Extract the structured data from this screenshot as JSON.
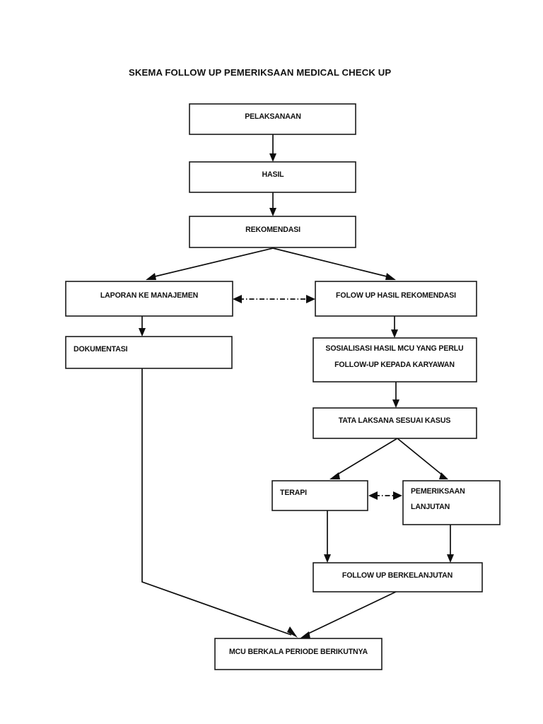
{
  "document": {
    "title": "SKEMA FOLLOW UP PEMERIKSAAN MEDICAL CHECK UP",
    "background_color": "#ffffff",
    "line_color": "#0d0d0d",
    "box_fill": "#ffffff",
    "text_color": "#111111"
  },
  "nodes": {
    "pelaksanaan": {
      "label": "PELAKSANAAN"
    },
    "hasil": {
      "label": "HASIL"
    },
    "rekomendasi": {
      "label": "REKOMENDASI"
    },
    "laporan_ke_manajemen": {
      "label": "LAPORAN KE MANAJEMEN"
    },
    "folow_up_hasil_rekomendasi": {
      "label": "FOLOW UP HASIL REKOMENDASI"
    },
    "dokumentasi": {
      "label": "DOKUMENTASI"
    },
    "sosialisasi": {
      "line1": "SOSIALISASI HASIL MCU YANG PERLU",
      "line2": "FOLLOW-UP KEPADA KARYAWAN"
    },
    "tata_laksana": {
      "label": "TATA LAKSANA SESUAI KASUS"
    },
    "terapi": {
      "label": "TERAPI"
    },
    "pemeriksaan_lanjutan": {
      "line1": "PEMERIKSAAN",
      "line2": "LANJUTAN"
    },
    "follow_up_berkelanjutan": {
      "label": "FOLLOW UP BERKELANJUTAN"
    },
    "mcu_berkala": {
      "label": "MCU BERKALA PERIODE BERIKUTNYA"
    }
  },
  "chart_data": {
    "type": "diagram",
    "diagram_kind": "flowchart",
    "title": "SKEMA FOLLOW UP PEMERIKSAAN MEDICAL CHECK UP",
    "node_list": [
      "PELAKSANAAN",
      "HASIL",
      "REKOMENDASI",
      "LAPORAN KE MANAJEMEN",
      "FOLOW UP HASIL REKOMENDASI",
      "DOKUMENTASI",
      "SOSIALISASI HASIL MCU YANG PERLU FOLLOW-UP KEPADA KARYAWAN",
      "TATA LAKSANA SESUAI KASUS",
      "TERAPI",
      "PEMERIKSAAN LANJUTAN",
      "FOLLOW UP BERKELANJUTAN",
      "MCU BERKALA PERIODE BERIKUTNYA"
    ],
    "edges": [
      {
        "from": "PELAKSANAAN",
        "to": "HASIL",
        "style": "solid-arrow"
      },
      {
        "from": "HASIL",
        "to": "REKOMENDASI",
        "style": "solid-arrow"
      },
      {
        "from": "REKOMENDASI",
        "to": "LAPORAN KE MANAJEMEN",
        "style": "solid-arrow"
      },
      {
        "from": "REKOMENDASI",
        "to": "FOLOW UP HASIL REKOMENDASI",
        "style": "solid-arrow"
      },
      {
        "from": "LAPORAN KE MANAJEMEN",
        "to": "FOLOW UP HASIL REKOMENDASI",
        "style": "dash-dot-double-arrow"
      },
      {
        "from": "LAPORAN KE MANAJEMEN",
        "to": "DOKUMENTASI",
        "style": "solid-arrow"
      },
      {
        "from": "FOLOW UP HASIL REKOMENDASI",
        "to": "SOSIALISASI HASIL MCU YANG PERLU FOLLOW-UP KEPADA KARYAWAN",
        "style": "solid-arrow"
      },
      {
        "from": "SOSIALISASI HASIL MCU YANG PERLU FOLLOW-UP KEPADA KARYAWAN",
        "to": "TATA LAKSANA SESUAI KASUS",
        "style": "solid-arrow"
      },
      {
        "from": "TATA LAKSANA SESUAI KASUS",
        "to": "TERAPI",
        "style": "solid-arrow"
      },
      {
        "from": "TATA LAKSANA SESUAI KASUS",
        "to": "PEMERIKSAAN LANJUTAN",
        "style": "solid-arrow"
      },
      {
        "from": "TERAPI",
        "to": "PEMERIKSAAN LANJUTAN",
        "style": "dash-dot-double-arrow"
      },
      {
        "from": "TERAPI",
        "to": "FOLLOW UP BERKELANJUTAN",
        "style": "solid-arrow"
      },
      {
        "from": "PEMERIKSAAN LANJUTAN",
        "to": "FOLLOW UP BERKELANJUTAN",
        "style": "solid-arrow"
      },
      {
        "from": "FOLLOW UP BERKELANJUTAN",
        "to": "MCU BERKALA PERIODE BERIKUTNYA",
        "style": "solid-arrow"
      },
      {
        "from": "DOKUMENTASI",
        "to": "MCU BERKALA PERIODE BERIKUTNYA",
        "style": "solid-arrow-elbow"
      }
    ]
  }
}
